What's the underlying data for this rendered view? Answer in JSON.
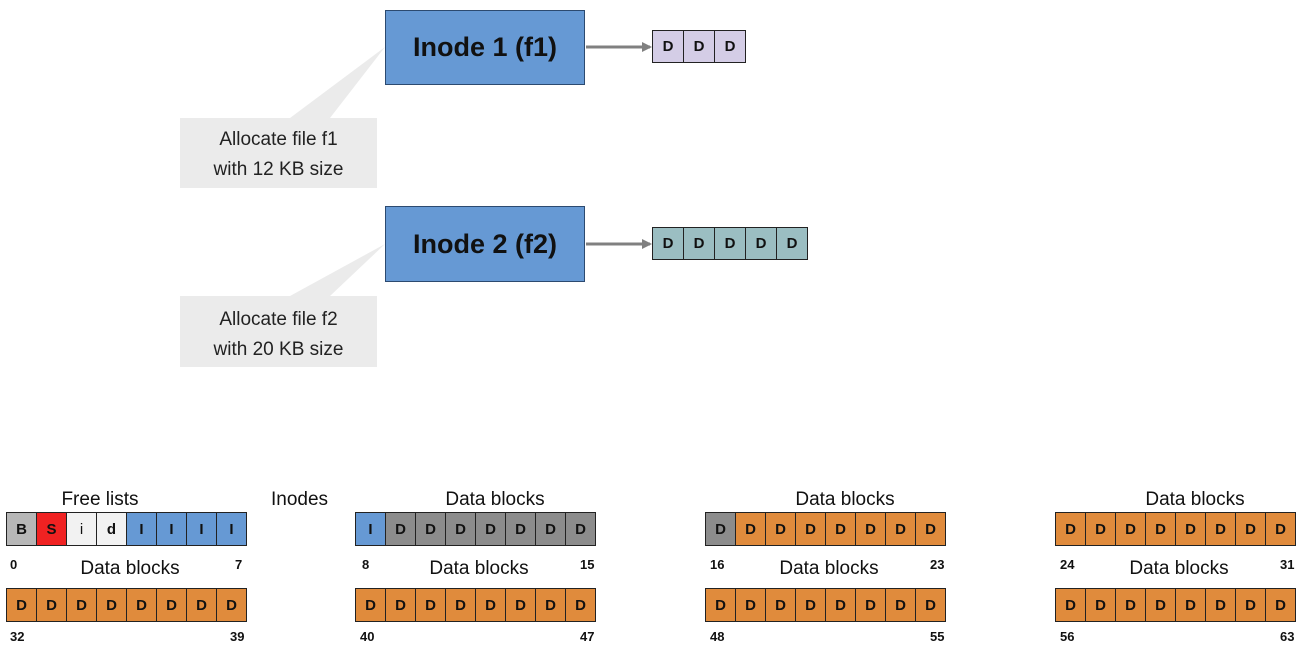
{
  "inodes": [
    {
      "label": "Inode 1 (f1)",
      "block_label": "D",
      "block_count": 3,
      "block_color": "#d4cde6",
      "callout": [
        "Allocate file f1",
        "with 12 KB size"
      ]
    },
    {
      "label": "Inode 2 (f2)",
      "block_label": "D",
      "block_count": 5,
      "block_color": "#9bbec2",
      "callout": [
        "Allocate file f2",
        "with 20 KB size"
      ]
    }
  ],
  "colors": {
    "inode_box": "#6699d4",
    "arrow": "#808080",
    "callout_bg": "#ebebeb",
    "gray_block": "#8c8c8c",
    "light_gray_block": "#b7b7b7",
    "superblock": "#f02222",
    "white_block": "#f2f2f2",
    "inode_block": "#6699d4",
    "data_block": "#e08b3c"
  },
  "disk": {
    "labels": {
      "free_lists": "Free lists",
      "inodes": "Inodes",
      "data_blocks": "Data blocks"
    },
    "groups": [
      {
        "start": "0",
        "end": "7",
        "label": "",
        "cells": [
          {
            "t": "B",
            "c": "light_gray_block"
          },
          {
            "t": "S",
            "c": "superblock"
          },
          {
            "t": "i",
            "c": "white_block",
            "plain": true
          },
          {
            "t": "d",
            "c": "white_block"
          },
          {
            "t": "I",
            "c": "inode_block"
          },
          {
            "t": "I",
            "c": "inode_block"
          },
          {
            "t": "I",
            "c": "inode_block"
          },
          {
            "t": "I",
            "c": "inode_block"
          }
        ]
      },
      {
        "start": "8",
        "end": "15",
        "label": "Data blocks",
        "cells": [
          {
            "t": "I",
            "c": "inode_block"
          },
          {
            "t": "D",
            "c": "gray_block"
          },
          {
            "t": "D",
            "c": "gray_block"
          },
          {
            "t": "D",
            "c": "gray_block"
          },
          {
            "t": "D",
            "c": "gray_block"
          },
          {
            "t": "D",
            "c": "gray_block"
          },
          {
            "t": "D",
            "c": "gray_block"
          },
          {
            "t": "D",
            "c": "gray_block"
          }
        ]
      },
      {
        "start": "16",
        "end": "23",
        "label": "Data blocks",
        "cells": [
          {
            "t": "D",
            "c": "gray_block"
          },
          {
            "t": "D",
            "c": "data_block"
          },
          {
            "t": "D",
            "c": "data_block"
          },
          {
            "t": "D",
            "c": "data_block"
          },
          {
            "t": "D",
            "c": "data_block"
          },
          {
            "t": "D",
            "c": "data_block"
          },
          {
            "t": "D",
            "c": "data_block"
          },
          {
            "t": "D",
            "c": "data_block"
          }
        ]
      },
      {
        "start": "24",
        "end": "31",
        "label": "Data blocks",
        "cells": [
          {
            "t": "D",
            "c": "data_block"
          },
          {
            "t": "D",
            "c": "data_block"
          },
          {
            "t": "D",
            "c": "data_block"
          },
          {
            "t": "D",
            "c": "data_block"
          },
          {
            "t": "D",
            "c": "data_block"
          },
          {
            "t": "D",
            "c": "data_block"
          },
          {
            "t": "D",
            "c": "data_block"
          },
          {
            "t": "D",
            "c": "data_block"
          }
        ]
      },
      {
        "start": "32",
        "end": "39",
        "label": "Data blocks",
        "cells": [
          {
            "t": "D",
            "c": "data_block"
          },
          {
            "t": "D",
            "c": "data_block"
          },
          {
            "t": "D",
            "c": "data_block"
          },
          {
            "t": "D",
            "c": "data_block"
          },
          {
            "t": "D",
            "c": "data_block"
          },
          {
            "t": "D",
            "c": "data_block"
          },
          {
            "t": "D",
            "c": "data_block"
          },
          {
            "t": "D",
            "c": "data_block"
          }
        ]
      },
      {
        "start": "40",
        "end": "47",
        "label": "Data blocks",
        "cells": [
          {
            "t": "D",
            "c": "data_block"
          },
          {
            "t": "D",
            "c": "data_block"
          },
          {
            "t": "D",
            "c": "data_block"
          },
          {
            "t": "D",
            "c": "data_block"
          },
          {
            "t": "D",
            "c": "data_block"
          },
          {
            "t": "D",
            "c": "data_block"
          },
          {
            "t": "D",
            "c": "data_block"
          },
          {
            "t": "D",
            "c": "data_block"
          }
        ]
      },
      {
        "start": "48",
        "end": "55",
        "label": "Data blocks",
        "cells": [
          {
            "t": "D",
            "c": "data_block"
          },
          {
            "t": "D",
            "c": "data_block"
          },
          {
            "t": "D",
            "c": "data_block"
          },
          {
            "t": "D",
            "c": "data_block"
          },
          {
            "t": "D",
            "c": "data_block"
          },
          {
            "t": "D",
            "c": "data_block"
          },
          {
            "t": "D",
            "c": "data_block"
          },
          {
            "t": "D",
            "c": "data_block"
          }
        ]
      },
      {
        "start": "56",
        "end": "63",
        "label": "Data blocks",
        "cells": [
          {
            "t": "D",
            "c": "data_block"
          },
          {
            "t": "D",
            "c": "data_block"
          },
          {
            "t": "D",
            "c": "data_block"
          },
          {
            "t": "D",
            "c": "data_block"
          },
          {
            "t": "D",
            "c": "data_block"
          },
          {
            "t": "D",
            "c": "data_block"
          },
          {
            "t": "D",
            "c": "data_block"
          },
          {
            "t": "D",
            "c": "data_block"
          }
        ]
      }
    ]
  }
}
